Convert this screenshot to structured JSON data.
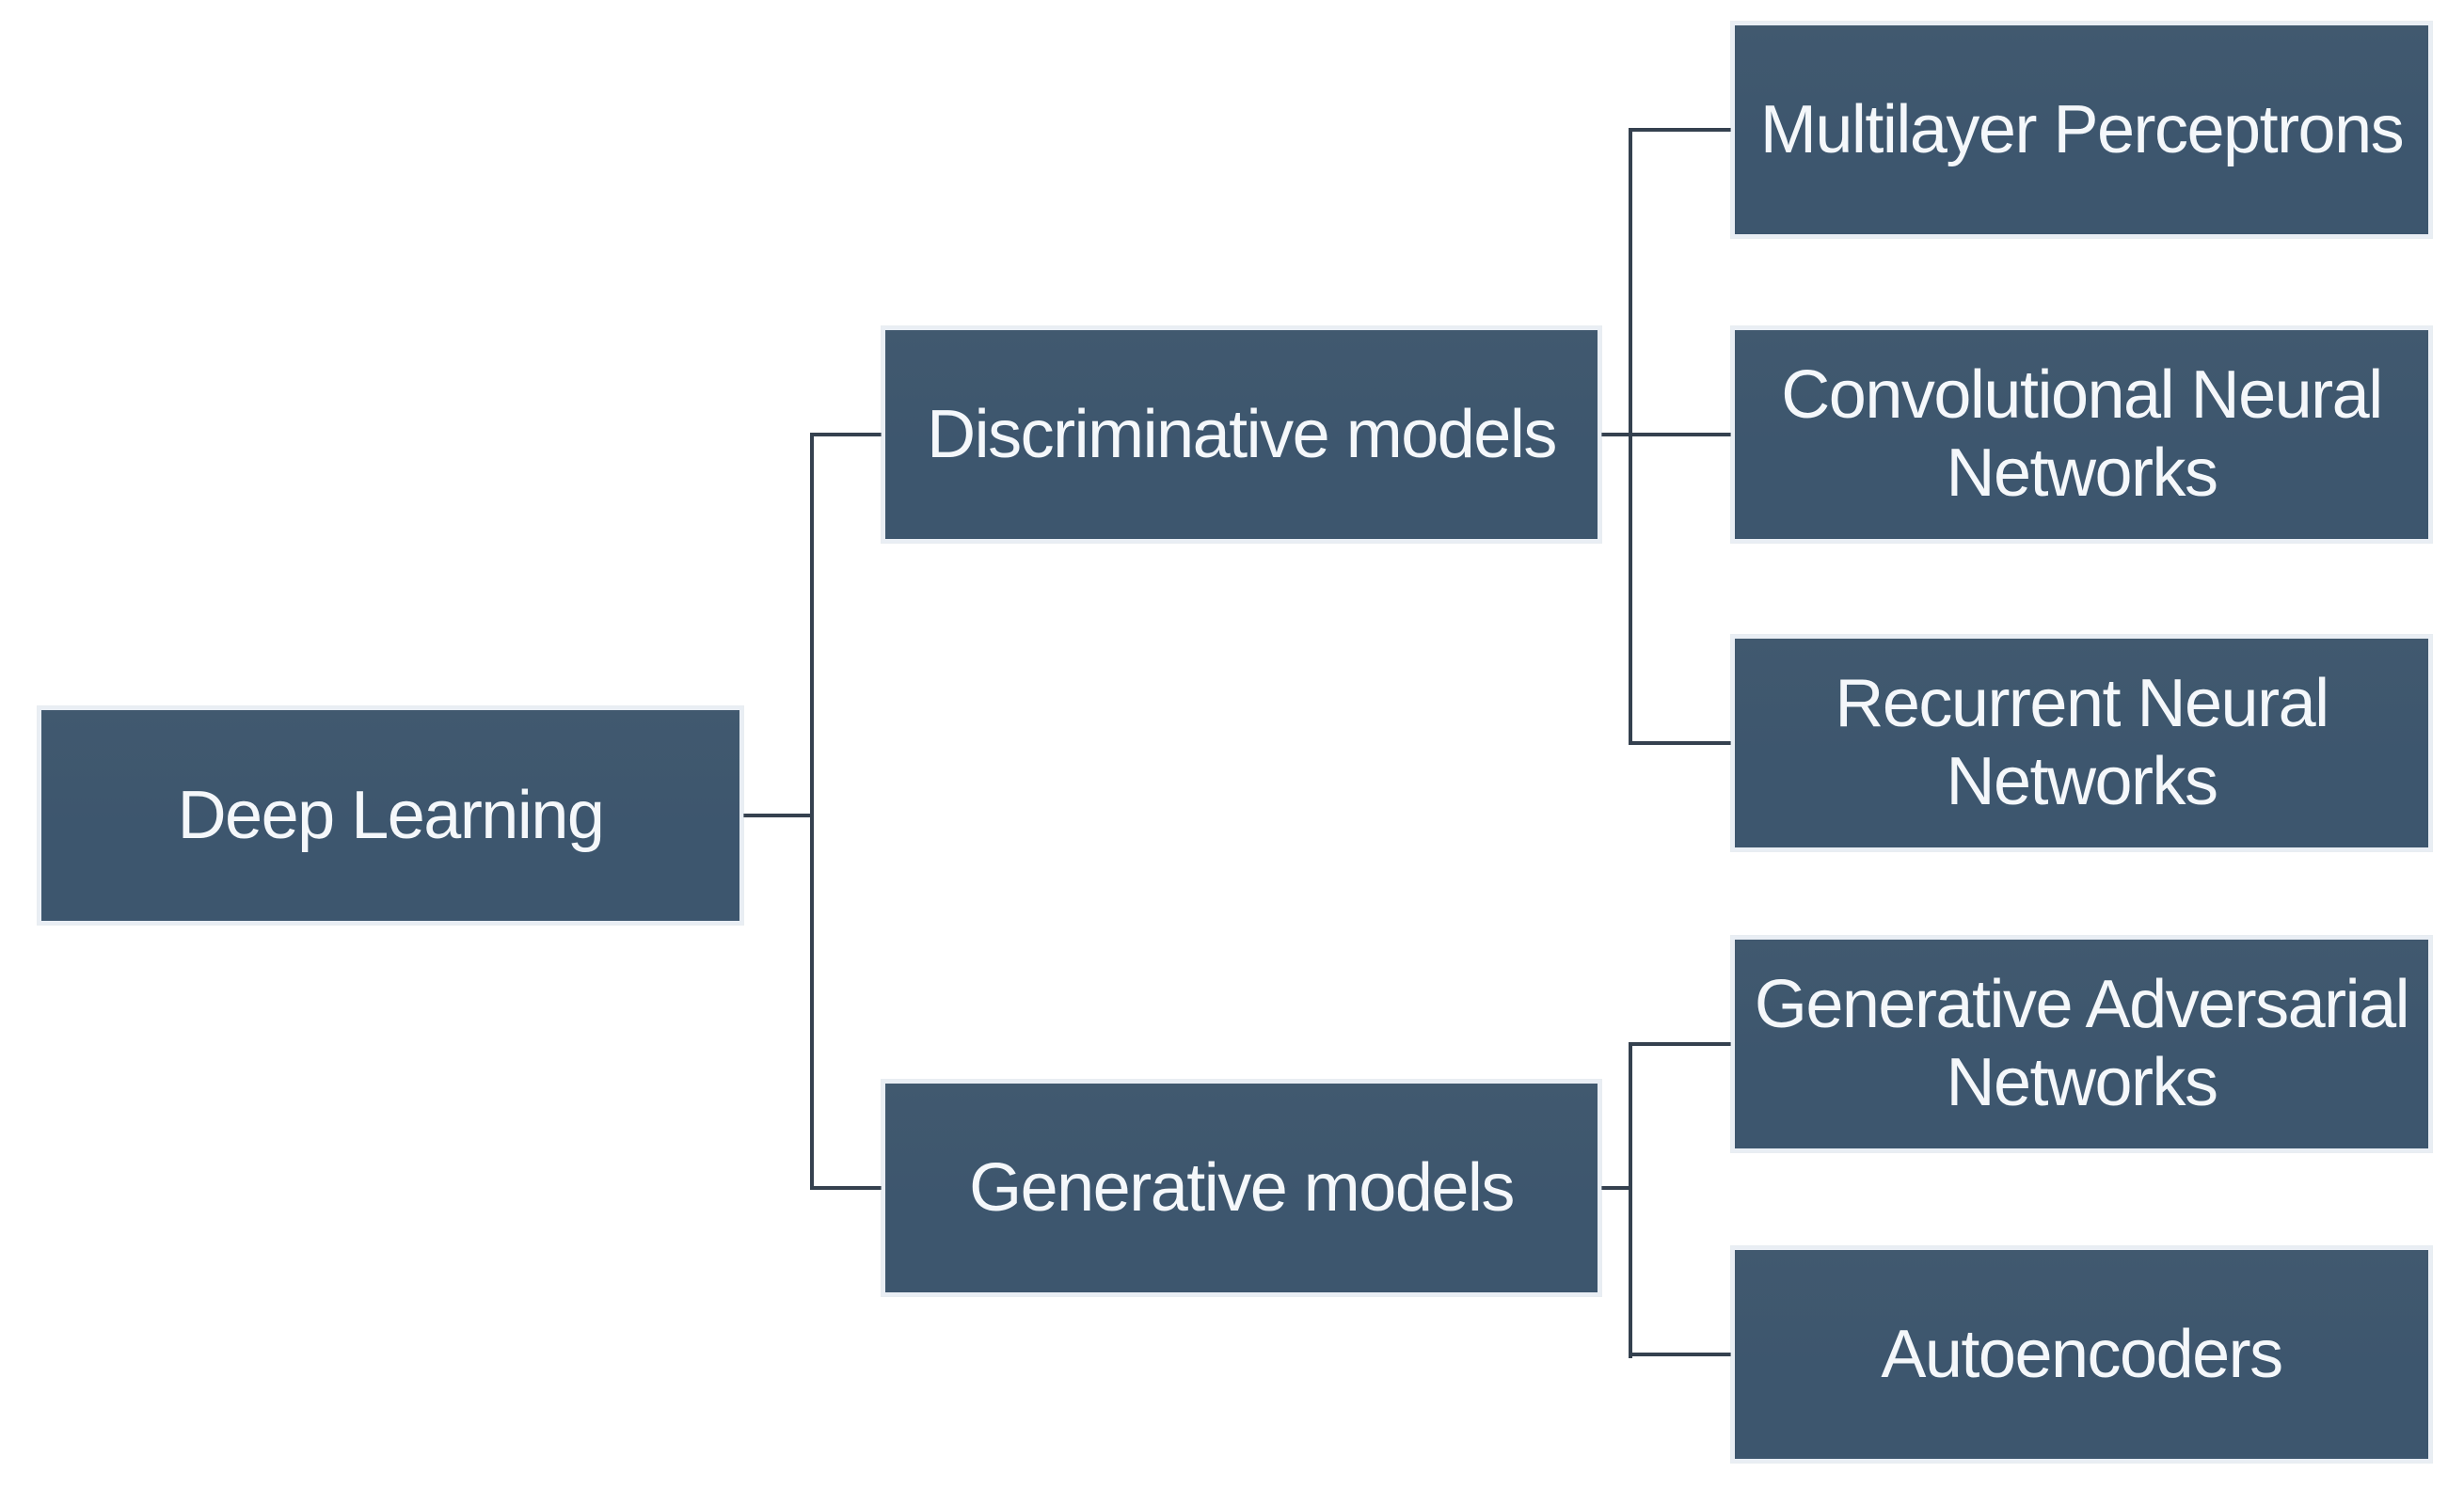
{
  "diagram": {
    "type": "hierarchy",
    "orientation": "left-to-right",
    "nodes": {
      "root": {
        "label": "Deep Learning",
        "children": [
          "discriminative",
          "generative"
        ]
      },
      "discriminative": {
        "label": "Discriminative models",
        "children": [
          "mlp",
          "cnn",
          "rnn"
        ]
      },
      "generative": {
        "label": "Generative models",
        "children": [
          "gan",
          "autoencoders"
        ]
      },
      "mlp": {
        "label": "Multilayer Perceptrons",
        "children": []
      },
      "cnn": {
        "label": "Convolutional Neural Networks",
        "children": []
      },
      "rnn": {
        "label": "Recurrent Neural Networks",
        "children": []
      },
      "gan": {
        "label": "Generative Adversarial Networks",
        "children": []
      },
      "autoencoders": {
        "label": "Autoencoders",
        "children": []
      }
    }
  },
  "colors": {
    "background": "#FFFFFF",
    "box_fill": "#3D566E",
    "box_border": "#E9EEF4",
    "connector": "#35414F",
    "text": "#F4F7FA"
  }
}
